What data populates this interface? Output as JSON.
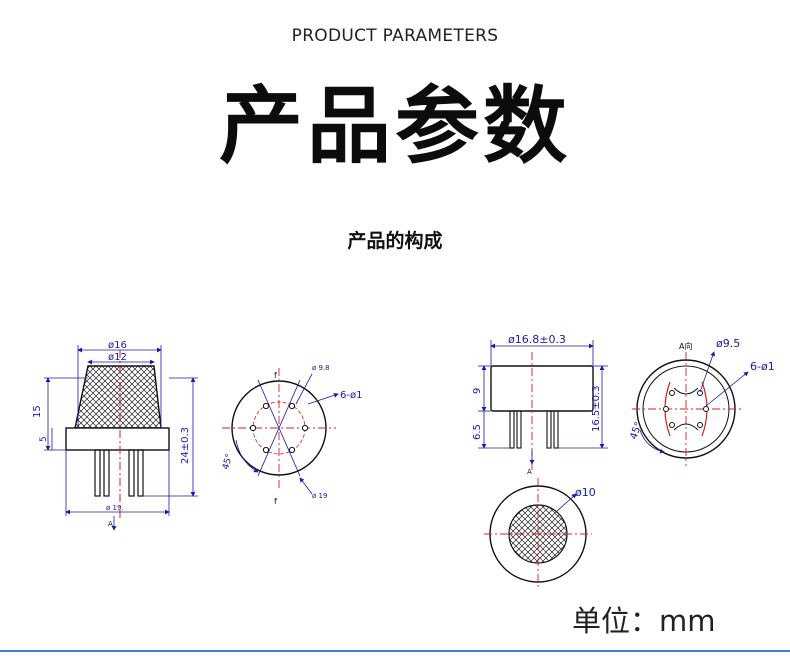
{
  "header": {
    "subtitle": "PRODUCT PARAMETERS",
    "title": "产品参数",
    "section": "产品的构成"
  },
  "footer": {
    "unit": "单位：mm"
  },
  "drawing_left": {
    "dia_top": "ø16",
    "dia_mid": "ø12",
    "h_total_cap": "15",
    "h_base": "5",
    "h_total": "24±0.3",
    "dia_bottom": "ø 19.",
    "view_a": "A",
    "pin_circle": "ø 9.8",
    "pin_holes": "6-ø1",
    "angle": "45°",
    "circle_outer": "ø 19",
    "mark_top": "f",
    "mark_bottom": "f"
  },
  "drawing_right": {
    "dia_body": "ø16.8±0.3",
    "h_body": "9",
    "h_pins": "6.5",
    "h_total": "16.5±0.3",
    "view_a": "A",
    "view_label": "A向",
    "pin_circle": "ø9.5",
    "pin_holes": "6-ø1",
    "angle": "45°",
    "mesh_dia": "ø10"
  },
  "colors": {
    "outline": "#111111",
    "dimension": "#1a1aa8",
    "centerline": "#d42020",
    "accent_line": "#3b7fd6"
  }
}
